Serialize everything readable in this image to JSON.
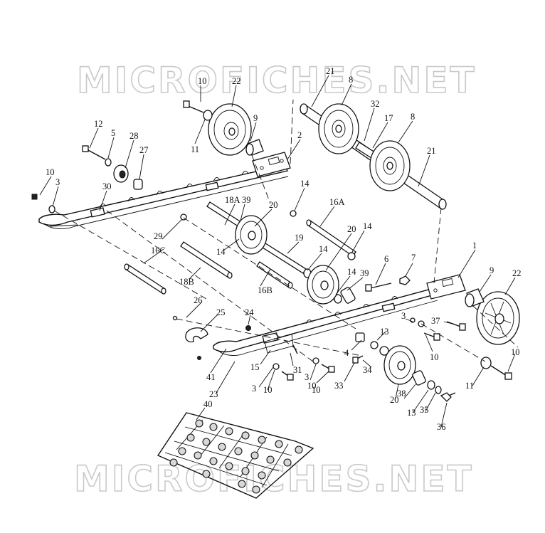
{
  "watermark": {
    "top": "MICROFICHES.NET",
    "bottom": "MICROFICHES.NET"
  },
  "labels": {
    "l10a": "10",
    "l22a": "22",
    "l21a": "21",
    "l8a": "8",
    "l32": "32",
    "l17": "17",
    "l8b": "8",
    "l21b": "21",
    "l9a": "9",
    "l11a": "11",
    "l12": "12",
    "l5": "5",
    "l28": "28",
    "l27": "27",
    "l2": "2",
    "l10b": "10",
    "l3a": "3",
    "l30": "30",
    "l29": "29",
    "l14a": "14",
    "l16a": "16A",
    "l18a": "18A",
    "l39a": "39",
    "l20a": "20",
    "l14b": "14",
    "l19": "19",
    "l20b": "20",
    "l14c": "14",
    "l14d": "14",
    "l14e": "14",
    "l39b": "39",
    "l16b": "16B",
    "l6": "6",
    "l7": "7",
    "l1": "1",
    "l9b": "9",
    "l22b": "22",
    "l16c": "16C",
    "l18b": "18B",
    "l26": "26",
    "l25": "25",
    "l24": "24",
    "l37": "37",
    "l3b": "3",
    "l13a": "13",
    "l10c": "10",
    "l4": "4",
    "l41": "41",
    "l15": "15",
    "l31": "31",
    "l34": "34",
    "l10d": "10",
    "l3c": "3",
    "l10e": "10",
    "l3d": "3",
    "l10f": "10",
    "l33": "33",
    "l23": "23",
    "l20c": "20",
    "l38": "38",
    "l13b": "13",
    "l35": "35",
    "l36": "36",
    "l11b": "11",
    "l40": "40"
  }
}
